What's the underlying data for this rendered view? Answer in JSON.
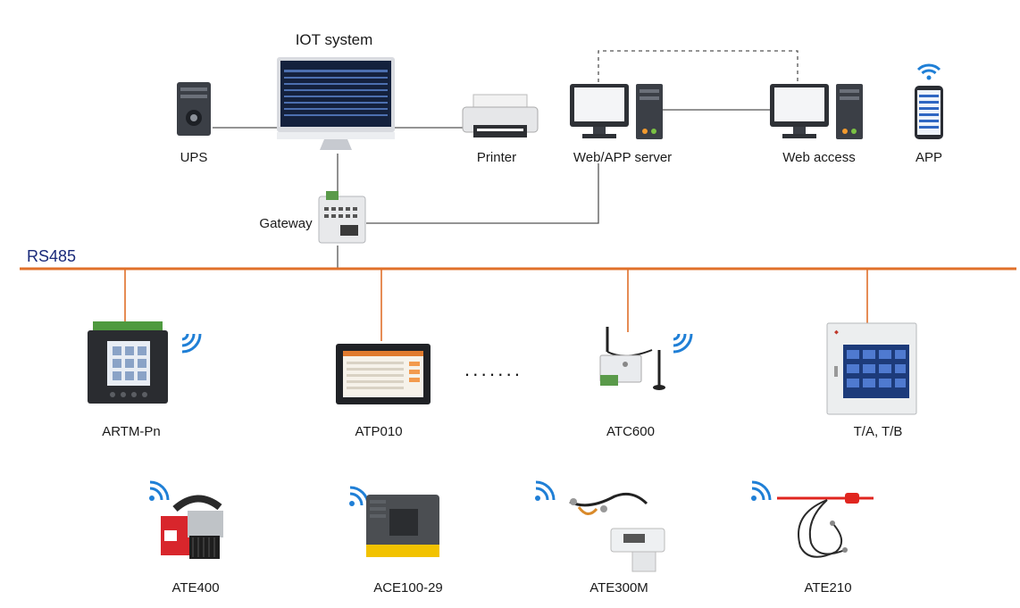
{
  "top_nodes": {
    "ups": "UPS",
    "iot": "IOT system",
    "printer": "Printer",
    "server": "Web/APP server",
    "web_access": "Web access",
    "app": "APP"
  },
  "gateway": "Gateway",
  "bus": "RS485",
  "bus_devices": [
    "ARTM-Pn",
    "ATP010",
    "ATC600",
    "T/A, T/B"
  ],
  "ellipsis": "·······",
  "sensors": [
    "ATE400",
    "ACE100-29",
    "ATE300M",
    "ATE210"
  ],
  "colors": {
    "bus": "#e0702a",
    "wifi": "#1f7fd6",
    "line": "#555555"
  }
}
